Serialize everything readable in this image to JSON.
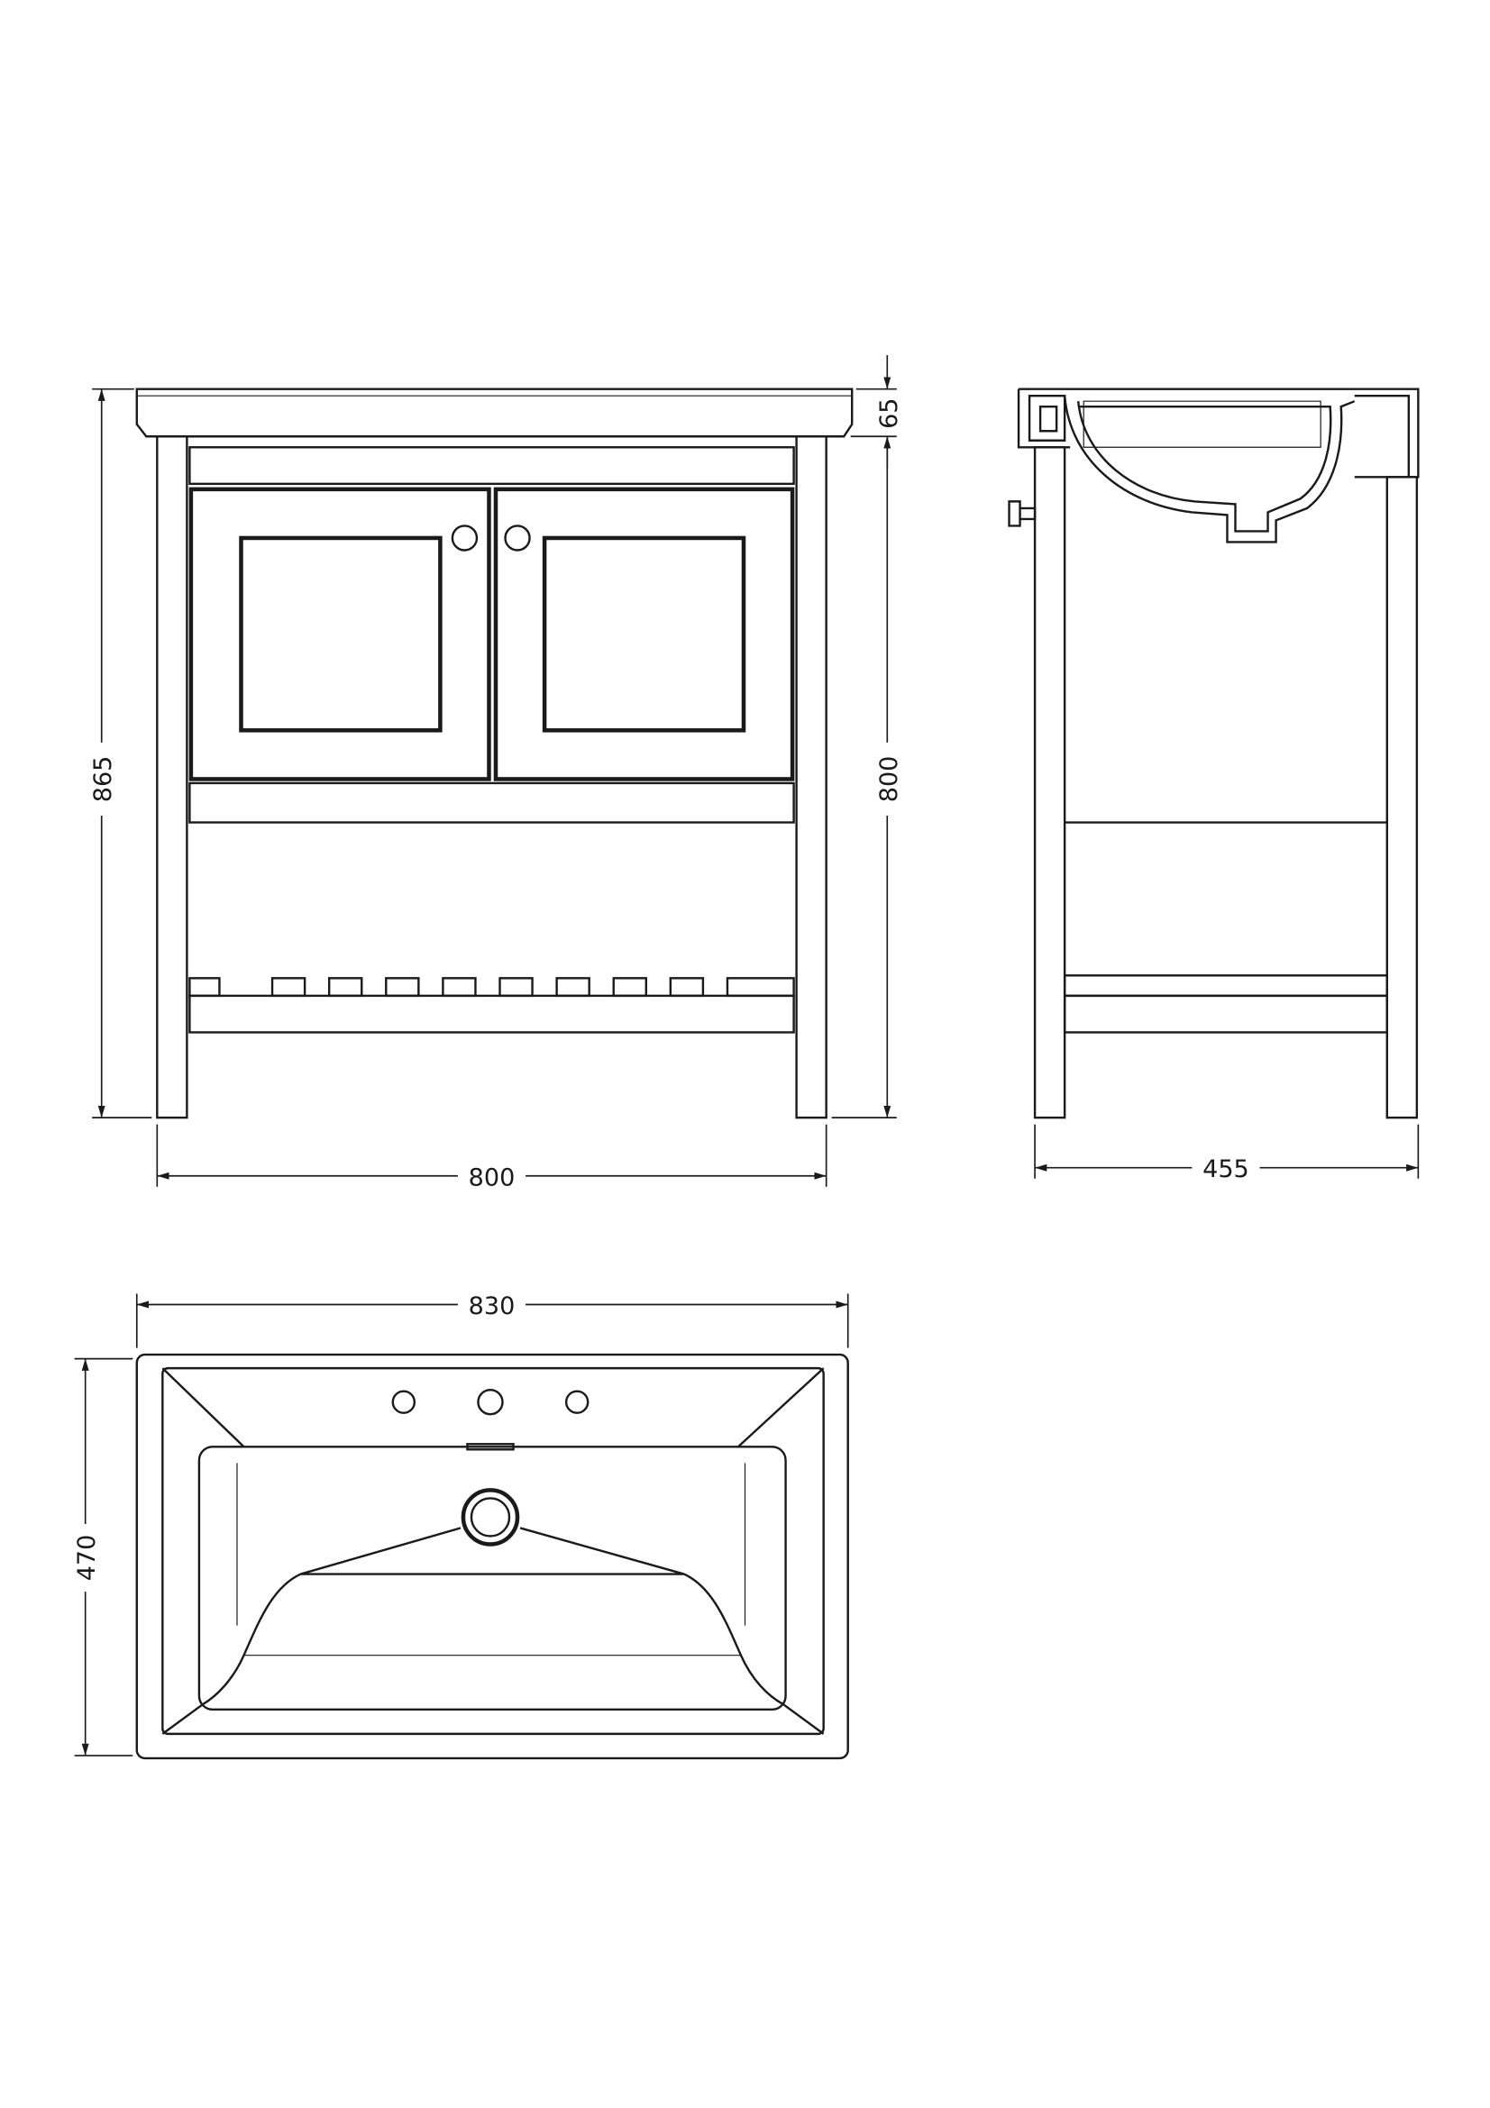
{
  "front_view": {
    "overall_height": "865",
    "countertop_height": "65",
    "frame_height": "800",
    "frame_width": "800"
  },
  "side_view": {
    "depth": "455"
  },
  "top_view": {
    "basin_width": "830",
    "basin_depth": "470"
  },
  "colors": {
    "line": "#1a1a1a",
    "background": "#ffffff"
  }
}
